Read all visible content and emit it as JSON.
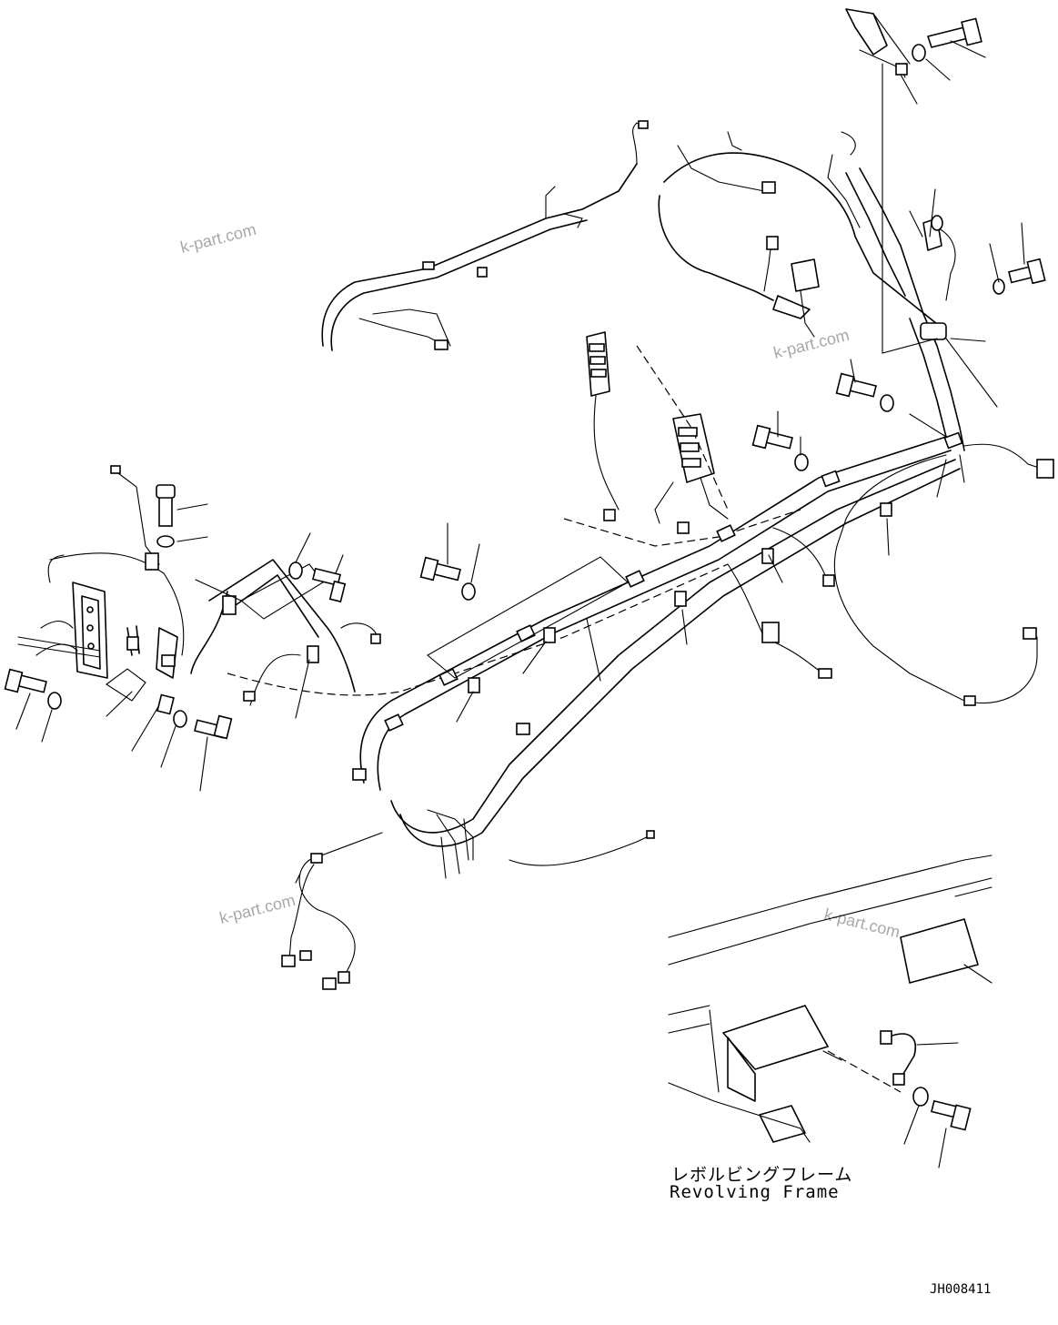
{
  "watermarks": [
    "k-part.com",
    "k-part.com",
    "k-part.com",
    "k-part.com"
  ],
  "inset": {
    "label_jp": "レボルビングフレーム",
    "label_en": "Revolving Frame"
  },
  "drawing_number": "JH008411"
}
